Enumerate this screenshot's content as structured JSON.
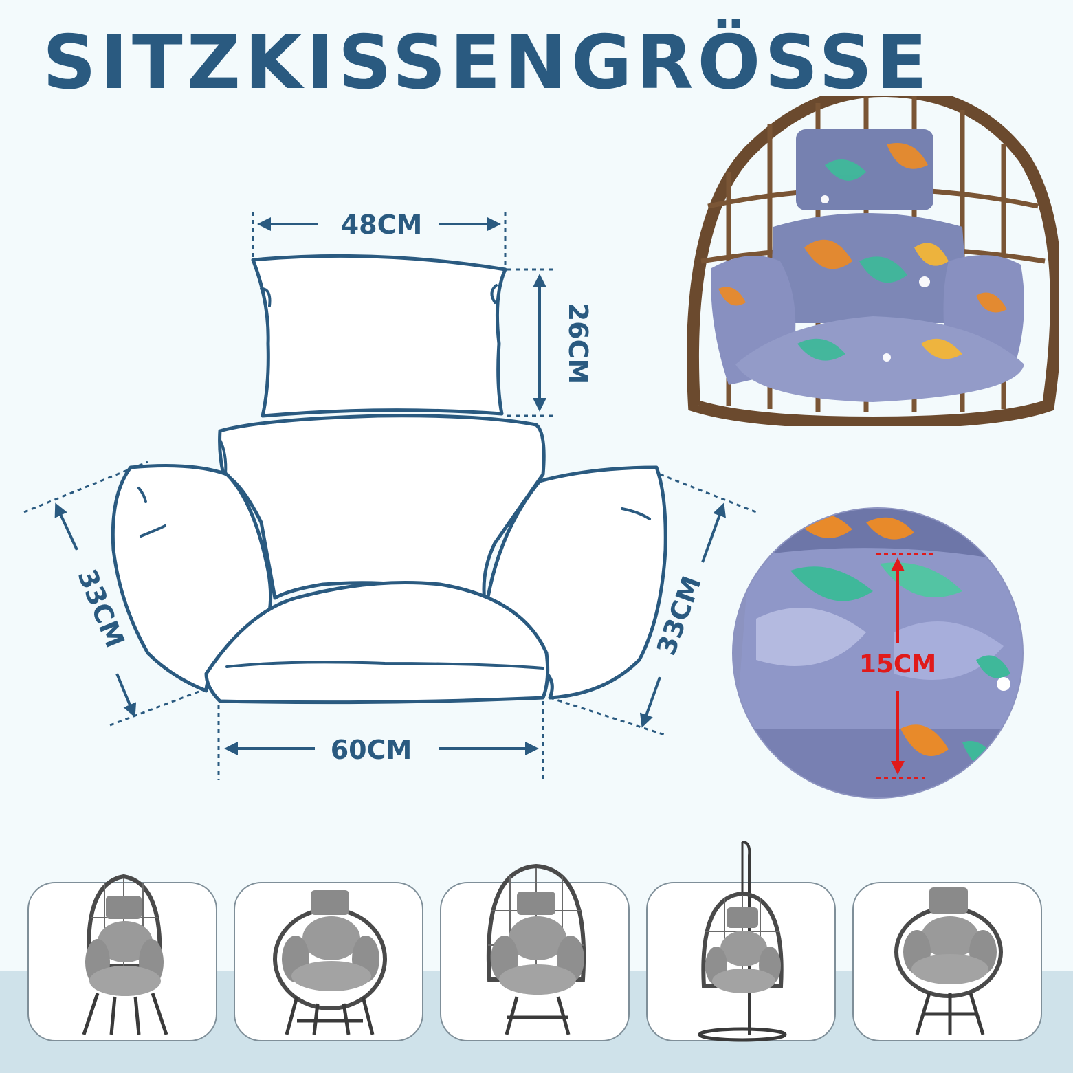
{
  "title": "SITZKISSENGRÖSSE",
  "dimensions": {
    "pillow_width": "48CM",
    "pillow_height": "26CM",
    "left_depth": "33CM",
    "right_depth": "33CM",
    "seat_width": "60CM",
    "thickness": "15CM"
  },
  "colors": {
    "primary": "#2a5a80",
    "highlight": "#e01a1a",
    "background": "#f3fafc",
    "band": "#cfe2ea"
  },
  "variants": [
    {
      "icon": "egg-chair-legs-icon"
    },
    {
      "icon": "papasan-chair-icon"
    },
    {
      "icon": "egg-chair-swivel-icon"
    },
    {
      "icon": "hanging-egg-chair-icon"
    },
    {
      "icon": "round-swivel-chair-icon"
    }
  ]
}
